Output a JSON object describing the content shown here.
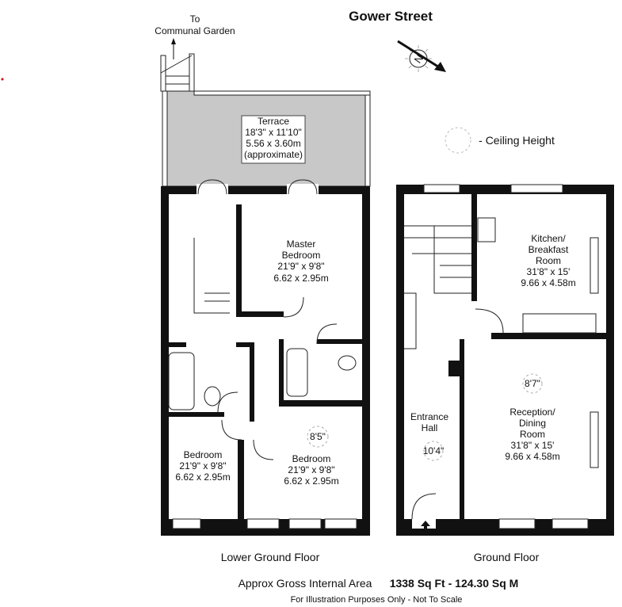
{
  "street": "Gower Street",
  "garden_note": {
    "line1": "To",
    "line2": "Communal Garden"
  },
  "legend": {
    "ceiling_height": "- Ceiling Height"
  },
  "colors": {
    "wall": "#111111",
    "terrace": "#c8c8c8",
    "marker": "#cc0000"
  },
  "lower_ground_floor": {
    "label": "Lower Ground Floor",
    "terrace": {
      "name": "Terrace",
      "imperial": "18'3\" x 11'10\"",
      "metric": "5.56 x 3.60m",
      "note": "(approximate)"
    },
    "master_bedroom": {
      "name1": "Master",
      "name2": "Bedroom",
      "imperial": "21'9\" x 9'8\"",
      "metric": "6.62 x 2.95m"
    },
    "bedroom_left": {
      "name": "Bedroom",
      "imperial": "21'9\" x 9'8\"",
      "metric": "6.62 x 2.95m"
    },
    "bedroom_right": {
      "name": "Bedroom",
      "imperial": "21'9\" x 9'8\"",
      "metric": "6.62 x 2.95m",
      "ceiling": "8'5\""
    }
  },
  "ground_floor": {
    "label": "Ground Floor",
    "kitchen": {
      "name1": "Kitchen/",
      "name2": "Breakfast",
      "name3": "Room",
      "imperial": "31'8\" x 15'",
      "metric": "9.66 x 4.58m"
    },
    "entrance_hall": {
      "name1": "Entrance",
      "name2": "Hall",
      "ceiling": "10'4\""
    },
    "reception": {
      "name1": "Reception/",
      "name2": "Dining",
      "name3": "Room",
      "imperial": "31'8\" x 15'",
      "metric": "9.66 x 4.58m",
      "ceiling": "8'7\""
    }
  },
  "footer": {
    "area_label": "Approx Gross Internal Area",
    "area_value": "1338 Sq Ft  - 124.30 Sq M",
    "disclaimer": "For Illustration Purposes Only - Not To Scale"
  }
}
